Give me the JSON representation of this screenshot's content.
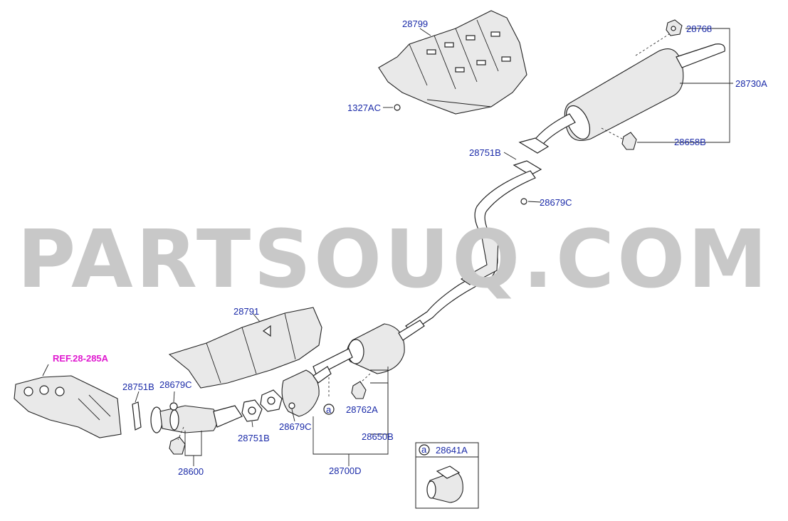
{
  "watermark": "PARTSOUQ.COM",
  "ref_label": "REF.28-285A",
  "callout_symbol": "a",
  "labels": {
    "p28799": "28799",
    "p1327ac": "1327AC",
    "p28768": "28768",
    "p28730a": "28730A",
    "p28658b": "28658B",
    "p28751b_top": "28751B",
    "p28679c_top": "28679C",
    "p28791": "28791",
    "p28751b_left": "28751B",
    "p28679c_left": "28679C",
    "p28600": "28600",
    "p28751b_mid": "28751B",
    "p28679c_mid": "28679C",
    "p28762a": "28762A",
    "p28650b": "28650B",
    "p28700d": "28700D",
    "p28641a": "28641A"
  },
  "colors": {
    "label": "#1a2aa8",
    "ref": "#e01ad0",
    "watermark": "#c8c8c8"
  }
}
